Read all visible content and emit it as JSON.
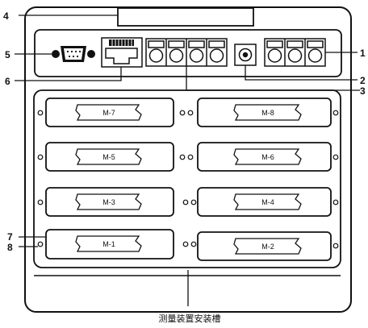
{
  "caption": "测量装置安装槽",
  "callouts": {
    "c1": "1",
    "c2": "2",
    "c3": "3",
    "c4": "4",
    "c5": "5",
    "c6": "6",
    "c7": "7",
    "c8": "8"
  },
  "modules": {
    "m7": "M-7",
    "m8": "M-8",
    "m5": "M-5",
    "m6": "M-6",
    "m3": "M-3",
    "m4": "M-4",
    "m1": "M-1",
    "m2": "M-2"
  }
}
